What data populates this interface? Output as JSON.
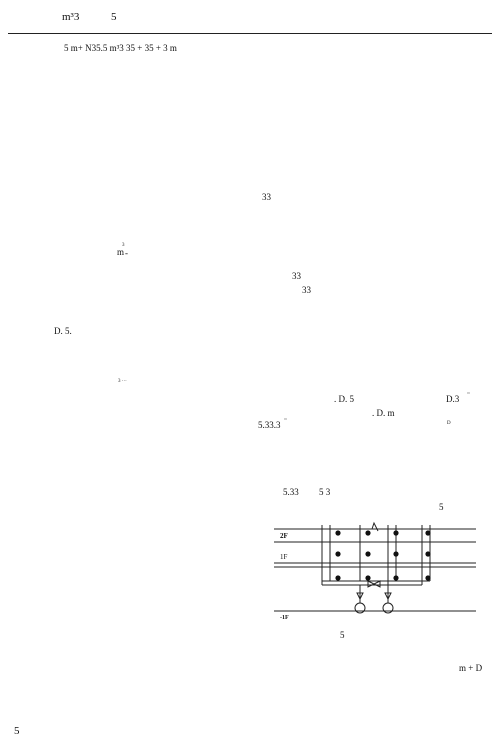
{
  "header": {
    "title": "m³3",
    "number": "5"
  },
  "subtitle": "5  m+ N35.5  m³3  35 + 35  + 3 m",
  "text_fragments": [
    "33",
    "m",
    "3",
    "-",
    "33",
    "33",
    "D. 5.",
    "3 ···",
    ". D. 5",
    "D.3",
    "'''",
    ". D. m",
    "5.33.3",
    "'''",
    "D",
    "5.33",
    "5  3",
    "5",
    "5",
    "m + D"
  ],
  "diagram": {
    "floor_labels": [
      "2F",
      "1F",
      "-1F"
    ],
    "caption": "5"
  },
  "footer": {
    "page_number": "5"
  }
}
